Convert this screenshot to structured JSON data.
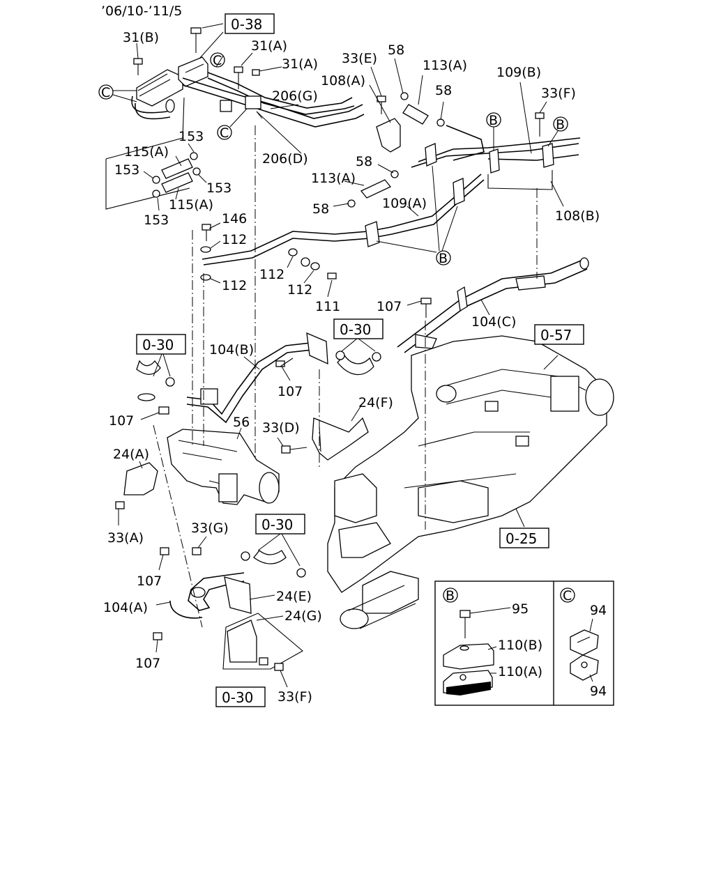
{
  "header": {
    "date_range": "’06/10-’11/5"
  },
  "callouts": {
    "c1": "31(B)",
    "c2": "31(A)",
    "c3": "31(A)",
    "c4": "33(E)",
    "c5": "58",
    "c6": "113(A)",
    "c7": "58",
    "c8": "109(B)",
    "c9": "33(F)",
    "c10": "108(A)",
    "c11": "206(G)",
    "c12": "206(D)",
    "c13": "153",
    "c14": "115(A)",
    "c15": "153",
    "c16": "153",
    "c17": "115(A)",
    "c18": "153",
    "c19": "58",
    "c20": "113(A)",
    "c21": "58",
    "c22": "109(A)",
    "c23": "108(B)",
    "c24": "146",
    "c25": "112",
    "c26": "112",
    "c27": "112",
    "c28": "112",
    "c29": "111",
    "c30": "107",
    "c31": "104(C)",
    "c32": "104(B)",
    "c33": "107",
    "c34": "107",
    "c35": "56",
    "c36": "24(F)",
    "c37": "33(D)",
    "c38": "24(A)",
    "c39": "33(A)",
    "c40": "33(G)",
    "c41": "107",
    "c42": "24(E)",
    "c43": "104(A)",
    "c44": "24(G)",
    "c45": "107",
    "c46": "33(F)",
    "c47": "95",
    "c48": "110(B)",
    "c49": "110(A)",
    "c50": "94",
    "c51": "94"
  },
  "refs": {
    "r1": "0-38",
    "r2": "0-30",
    "r3": "0-30",
    "r4": "0-57",
    "r5": "0-25",
    "r6": "0-30",
    "r7": "0-30"
  },
  "markers": {
    "b": "B",
    "c": "C"
  }
}
